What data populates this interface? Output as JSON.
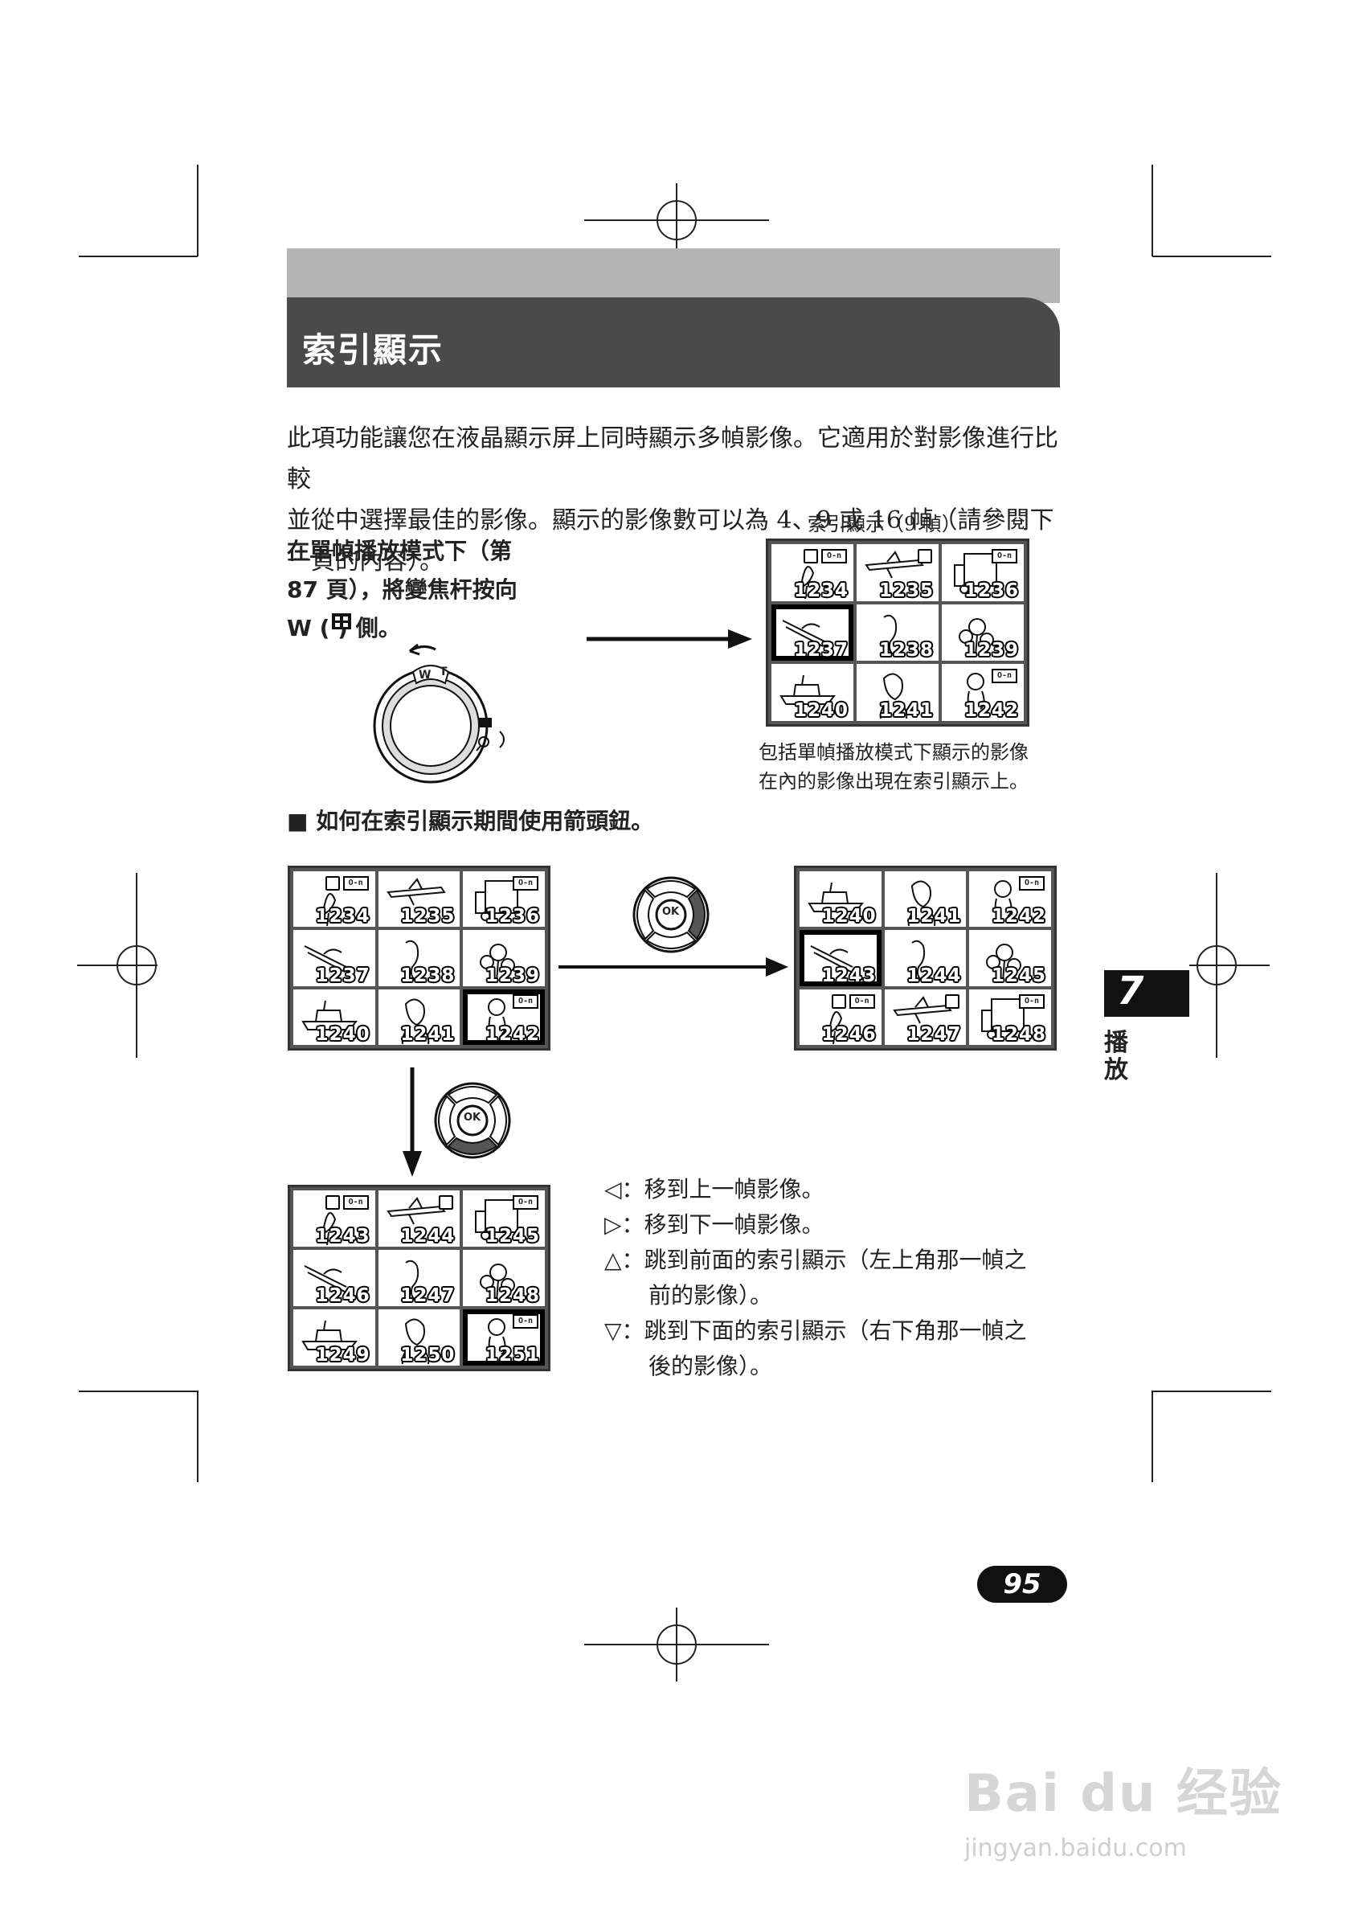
{
  "section_title": "索引顯示",
  "intro_lines": [
    "此項功能讓您在液晶顯示屏上同時顯示多幀影像。它適用於對影像進行比較",
    "並從中選擇最佳的影像。顯示的影像數可以為 4、9 或 16 幀（請參閱下",
    "一頁的內容）。"
  ],
  "instruction_lines": [
    "在單幀播放模式下（第",
    "87 頁），將變焦杆按向",
    "W (  ) 側。"
  ],
  "zoom_lever": {
    "w_label": "W",
    "t_label": "T"
  },
  "figure_caption": "索引顯示（9 幀）",
  "figure_note_lines": [
    "包括單幀播放模式下顯示的影像",
    "在內的影像出現在索引顯示上。"
  ],
  "subheading": "■ 如何在索引顯示期間使用箭頭鈕。",
  "arrow_pad_label": "OK",
  "grids": {
    "top": {
      "cells": [
        {
          "num": "1234",
          "print": true,
          "key": true,
          "pic": "bird"
        },
        {
          "num": "1235",
          "print": true,
          "key": false,
          "pic": "plane"
        },
        {
          "num": "1236",
          "print": false,
          "key": true,
          "pic": "truck"
        },
        {
          "num": "1237",
          "print": false,
          "key": false,
          "pic": "skier"
        },
        {
          "num": "1238",
          "print": false,
          "key": false,
          "pic": "dog"
        },
        {
          "num": "1239",
          "print": false,
          "key": false,
          "pic": "flower"
        },
        {
          "num": "1240",
          "print": false,
          "key": false,
          "pic": "ship"
        },
        {
          "num": "1241",
          "print": false,
          "key": false,
          "pic": "woman"
        },
        {
          "num": "1242",
          "print": false,
          "key": true,
          "pic": "boy"
        }
      ],
      "selected": 3
    },
    "left": {
      "cells": [
        {
          "num": "1234",
          "print": true,
          "key": true,
          "pic": "bird"
        },
        {
          "num": "1235",
          "print": false,
          "key": false,
          "pic": "plane"
        },
        {
          "num": "1236",
          "print": false,
          "key": true,
          "pic": "truck"
        },
        {
          "num": "1237",
          "print": false,
          "key": false,
          "pic": "skier"
        },
        {
          "num": "1238",
          "print": false,
          "key": false,
          "pic": "dog"
        },
        {
          "num": "1239",
          "print": false,
          "key": false,
          "pic": "flower"
        },
        {
          "num": "1240",
          "print": false,
          "key": false,
          "pic": "ship"
        },
        {
          "num": "1241",
          "print": false,
          "key": false,
          "pic": "woman"
        },
        {
          "num": "1242",
          "print": false,
          "key": true,
          "pic": "boy"
        }
      ],
      "selected": 8
    },
    "right": {
      "cells": [
        {
          "num": "1240",
          "print": false,
          "key": false,
          "pic": "ship"
        },
        {
          "num": "1241",
          "print": false,
          "key": false,
          "pic": "woman"
        },
        {
          "num": "1242",
          "print": false,
          "key": true,
          "pic": "boy"
        },
        {
          "num": "1243",
          "print": false,
          "key": false,
          "pic": "skier"
        },
        {
          "num": "1244",
          "print": false,
          "key": false,
          "pic": "dog"
        },
        {
          "num": "1245",
          "print": false,
          "key": false,
          "pic": "flower"
        },
        {
          "num": "1246",
          "print": true,
          "key": true,
          "pic": "bird"
        },
        {
          "num": "1247",
          "print": true,
          "key": false,
          "pic": "plane"
        },
        {
          "num": "1248",
          "print": false,
          "key": true,
          "pic": "truck"
        }
      ],
      "selected": 3
    },
    "bottom": {
      "cells": [
        {
          "num": "1243",
          "print": true,
          "key": true,
          "pic": "bird"
        },
        {
          "num": "1244",
          "print": true,
          "key": false,
          "pic": "plane"
        },
        {
          "num": "1245",
          "print": false,
          "key": true,
          "pic": "truck"
        },
        {
          "num": "1246",
          "print": false,
          "key": false,
          "pic": "skier"
        },
        {
          "num": "1247",
          "print": false,
          "key": false,
          "pic": "dog"
        },
        {
          "num": "1248",
          "print": false,
          "key": false,
          "pic": "flower"
        },
        {
          "num": "1249",
          "print": false,
          "key": false,
          "pic": "ship"
        },
        {
          "num": "1250",
          "print": false,
          "key": false,
          "pic": "woman"
        },
        {
          "num": "1251",
          "print": false,
          "key": true,
          "pic": "boy"
        }
      ],
      "selected": 8
    }
  },
  "key_badge_text": "O-n",
  "legend": [
    {
      "symbol": "◁",
      "text": "：移到上一幀影像。",
      "cont": ""
    },
    {
      "symbol": "▷",
      "text": "：移到下一幀影像。",
      "cont": ""
    },
    {
      "symbol": "△",
      "text": "：跳到前面的索引顯示（左上角那一幀之",
      "cont": "前的影像）。"
    },
    {
      "symbol": "▽",
      "text": "：跳到下面的索引顯示（右下角那一幀之",
      "cont": "後的影像）。"
    }
  ],
  "chapter": {
    "number": "7",
    "title_1": "播",
    "title_2": "放"
  },
  "page_number": "95",
  "watermark": {
    "logo": "Bai du 经验",
    "url": "jingyan.baidu.com"
  }
}
